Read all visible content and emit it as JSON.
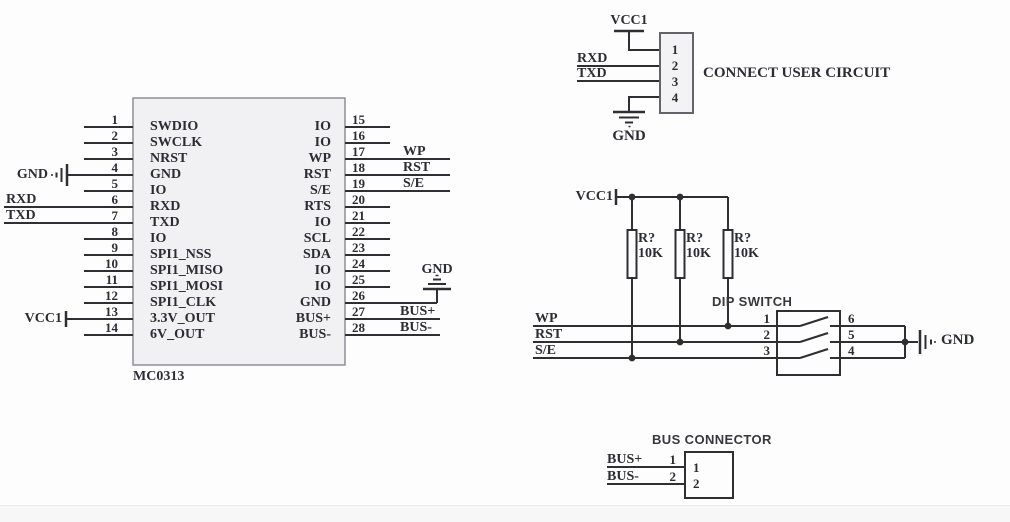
{
  "ic": {
    "part_label": "MC0313",
    "left_pins": [
      {
        "num": "1",
        "label": "SWDIO"
      },
      {
        "num": "2",
        "label": "SWCLK"
      },
      {
        "num": "3",
        "label": "NRST"
      },
      {
        "num": "4",
        "label": "GND"
      },
      {
        "num": "5",
        "label": "IO"
      },
      {
        "num": "6",
        "label": "RXD"
      },
      {
        "num": "7",
        "label": "TXD"
      },
      {
        "num": "8",
        "label": "IO"
      },
      {
        "num": "9",
        "label": "SPI1_NSS"
      },
      {
        "num": "10",
        "label": "SPI1_MISO"
      },
      {
        "num": "11",
        "label": "SPI1_MOSI"
      },
      {
        "num": "12",
        "label": "SPI1_CLK"
      },
      {
        "num": "13",
        "label": "3.3V_OUT"
      },
      {
        "num": "14",
        "label": "6V_OUT"
      }
    ],
    "right_pins": [
      {
        "num": "15",
        "label": "IO"
      },
      {
        "num": "16",
        "label": "IO"
      },
      {
        "num": "17",
        "label": "WP"
      },
      {
        "num": "18",
        "label": "RST"
      },
      {
        "num": "19",
        "label": "S/E"
      },
      {
        "num": "20",
        "label": "RTS"
      },
      {
        "num": "21",
        "label": "IO"
      },
      {
        "num": "22",
        "label": "SCL"
      },
      {
        "num": "23",
        "label": "SDA"
      },
      {
        "num": "24",
        "label": "IO"
      },
      {
        "num": "25",
        "label": "IO"
      },
      {
        "num": "26",
        "label": "GND"
      },
      {
        "num": "27",
        "label": "BUS+"
      },
      {
        "num": "28",
        "label": "BUS-"
      }
    ],
    "externals": {
      "gnd": "GND",
      "rxd": "RXD",
      "txd": "TXD",
      "vcc": "VCC1",
      "wp": "WP",
      "rst": "RST",
      "se": "S/E",
      "gnd_right": "GND",
      "bus_plus": "BUS+",
      "bus_minus": "BUS-"
    }
  },
  "user_connector": {
    "title": "CONNECT USER CIRCUIT",
    "vcc": "VCC1",
    "gnd": "GND",
    "rxd": "RXD",
    "txd": "TXD",
    "pins": [
      "1",
      "2",
      "3",
      "4"
    ]
  },
  "pullups": {
    "vcc": "VCC1",
    "resistors": [
      {
        "ref": "R?",
        "value": "10K"
      },
      {
        "ref": "R?",
        "value": "10K"
      },
      {
        "ref": "R?",
        "value": "10K"
      }
    ]
  },
  "dip_switch": {
    "title": "DIP SWITCH",
    "rows": [
      {
        "net": "WP",
        "left_pin": "1",
        "right_pin": "6"
      },
      {
        "net": "RST",
        "left_pin": "2",
        "right_pin": "5"
      },
      {
        "net": "S/E",
        "left_pin": "3",
        "right_pin": "4"
      }
    ],
    "gnd": "GND"
  },
  "bus_connector": {
    "title": "BUS CONNECTOR",
    "rows": [
      {
        "net": "BUS+",
        "pin": "1",
        "inner": "1"
      },
      {
        "net": "BUS-",
        "pin": "2",
        "inner": "2"
      }
    ]
  },
  "colors": {
    "wire": "#2e2e33",
    "text": "#2c2c34",
    "ic_fill": "#f1f0f2",
    "ic_border": "#8f8f96",
    "footer": "#f7f7f7"
  }
}
